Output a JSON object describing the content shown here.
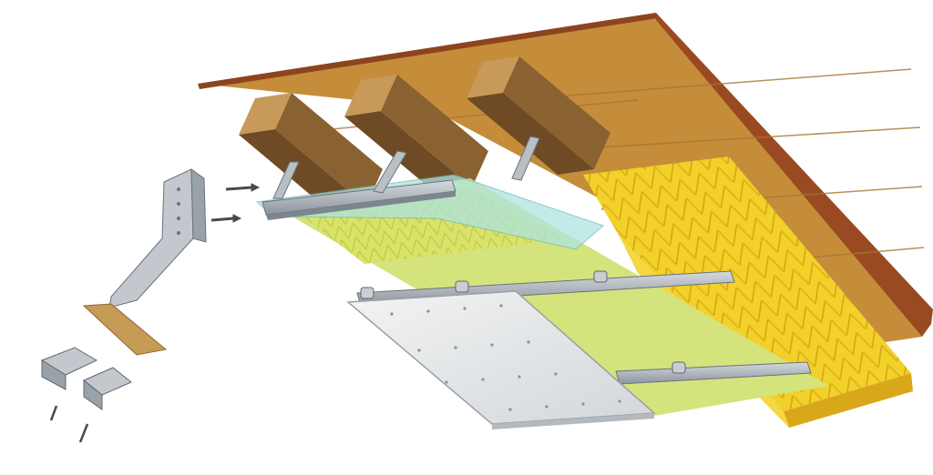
{
  "diagram": {
    "type": "exploded-isometric-illustration",
    "labels": [],
    "colors": {
      "background": "#ffffff",
      "subfloor_top": "#c58d3a",
      "subfloor_edge": "#9a4a22",
      "joist_light": "#b88a52",
      "joist_dark": "#6f4c26",
      "insulation_yellow": "#f1d12a",
      "insulation_pattern": "#d8a514",
      "membrane_green": "#d5e37d",
      "membrane_pattern": "#b9cc56",
      "vapor_film": "#aee3df",
      "channel_metal": "#9ba3ab",
      "board_face": "#e2e5e7",
      "board_edge": "#b3b9bd",
      "screw": "#444b51",
      "plywood_strip": "#c69b55"
    },
    "icons": {
      "joist_count": "3",
      "channel_count": "3",
      "screws_shown": "4"
    }
  }
}
